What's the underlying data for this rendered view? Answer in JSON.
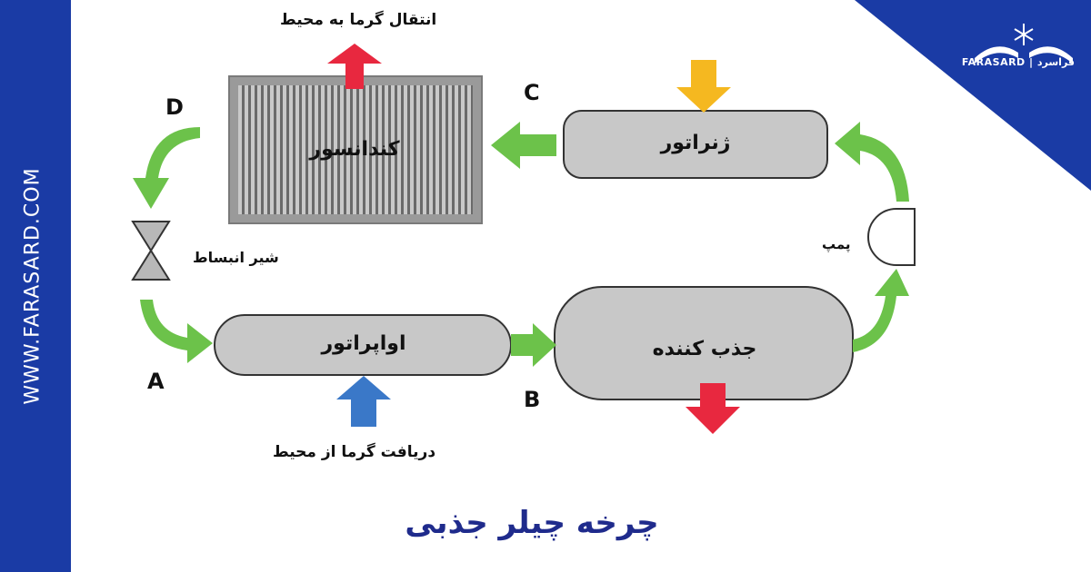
{
  "brand": {
    "side_text": "WWW.FARASARD.COM",
    "logo_text": "FARASARD | فراسرد",
    "color": "#1a3ba5"
  },
  "diagram": {
    "title": "چرخه چیلر جذبی",
    "components": {
      "condenser": "کندانسور",
      "generator": "ژنراتور",
      "evaporator": "اواپراتور",
      "absorber": "جذب کننده",
      "expansion_valve": "شیر انبساط",
      "pump": "پمپ"
    },
    "heat_labels": {
      "heat_out": "انتقال گرما به محیط",
      "heat_in": "دریافت گرما از محیط"
    },
    "points": [
      "A",
      "B",
      "C",
      "D"
    ],
    "colors": {
      "flow_arrow": "#6cc24a",
      "heat_out_arrow": "#e8283f",
      "heat_in_arrow": "#3a78c8",
      "generator_heat_arrow": "#f5b820",
      "tank_fill": "#c8c8c8"
    }
  }
}
